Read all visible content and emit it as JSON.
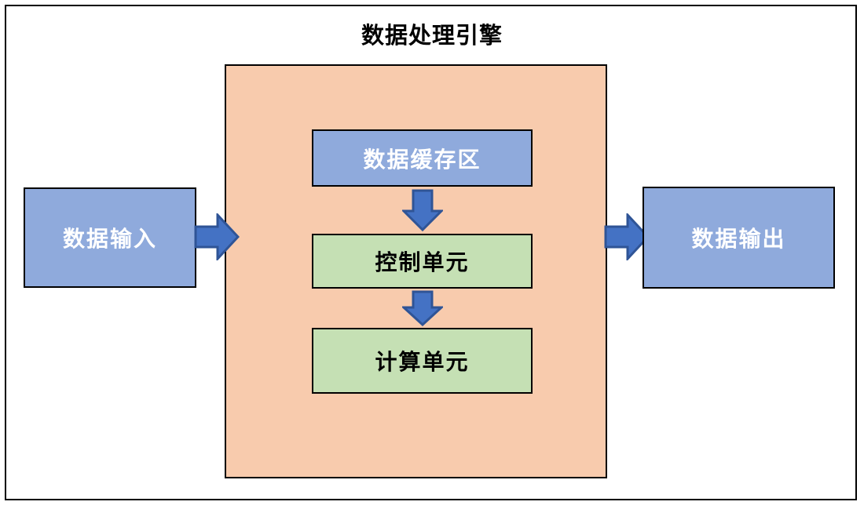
{
  "diagram": {
    "title": "数据处理引擎",
    "container": {
      "name": "engine-container"
    },
    "nodes": {
      "input": {
        "label": "数据输入"
      },
      "buffer": {
        "label": "数据缓存区"
      },
      "control": {
        "label": "控制单元"
      },
      "compute": {
        "label": "计算单元"
      },
      "output": {
        "label": "数据输出"
      }
    },
    "arrows": [
      {
        "name": "arrow-input-to-engine",
        "direction": "right"
      },
      {
        "name": "arrow-buffer-to-control",
        "direction": "down"
      },
      {
        "name": "arrow-control-to-compute",
        "direction": "down"
      },
      {
        "name": "arrow-engine-to-output",
        "direction": "right"
      }
    ],
    "colors": {
      "node_blue": "#8FAADC",
      "node_green": "#C5E0B4",
      "container_orange": "#F8CBAD",
      "arrow_fill": "#4472C4",
      "arrow_stroke": "#2F5496",
      "border": "#000000",
      "title_text": "#000000",
      "blue_node_text": "#FFFFFF",
      "green_node_text": "#000000",
      "background": "#FFFFFF"
    }
  }
}
